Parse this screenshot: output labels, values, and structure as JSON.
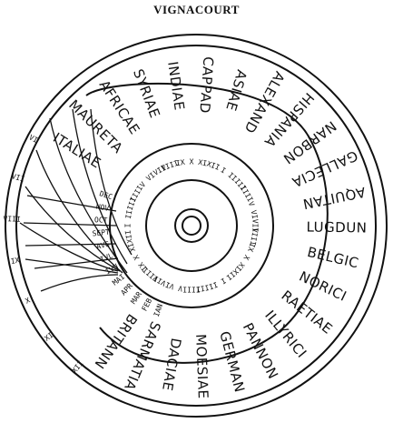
{
  "title": "VIGNACOURT",
  "outer_ring_labels": [
    "ITALIAE",
    "MAURETA",
    "AFRICAE",
    "SYRIAE",
    "INDIAE",
    "CAPPAD",
    "ASIAE",
    "ALEXAND",
    "HISPANIA",
    "NARBON",
    "GALLECIA",
    "AQUITAN",
    "LUGDUN",
    "BELGIC",
    "NORICI",
    "RAETIAE",
    "ILLYRICI",
    "PANNON",
    "GERMAN",
    "MOESIAE",
    "DACIAE",
    "SARMATIA",
    "BRITANN"
  ],
  "month_labels": [
    "IAN",
    "FEB",
    "MAR",
    "APR",
    "MAI",
    "IVN",
    "IVL",
    "AVG",
    "SEPT",
    "OCT",
    "NOV",
    "DEC"
  ],
  "inner_marks": [
    "X",
    "XI",
    "XII",
    "I",
    "II",
    "III",
    "IIII",
    "V",
    "VI",
    "VII",
    "VIII",
    "IX"
  ],
  "gnomon_marks": [
    "XII",
    "XI",
    "X",
    "IX",
    "VIII",
    "VII",
    "VI"
  ]
}
